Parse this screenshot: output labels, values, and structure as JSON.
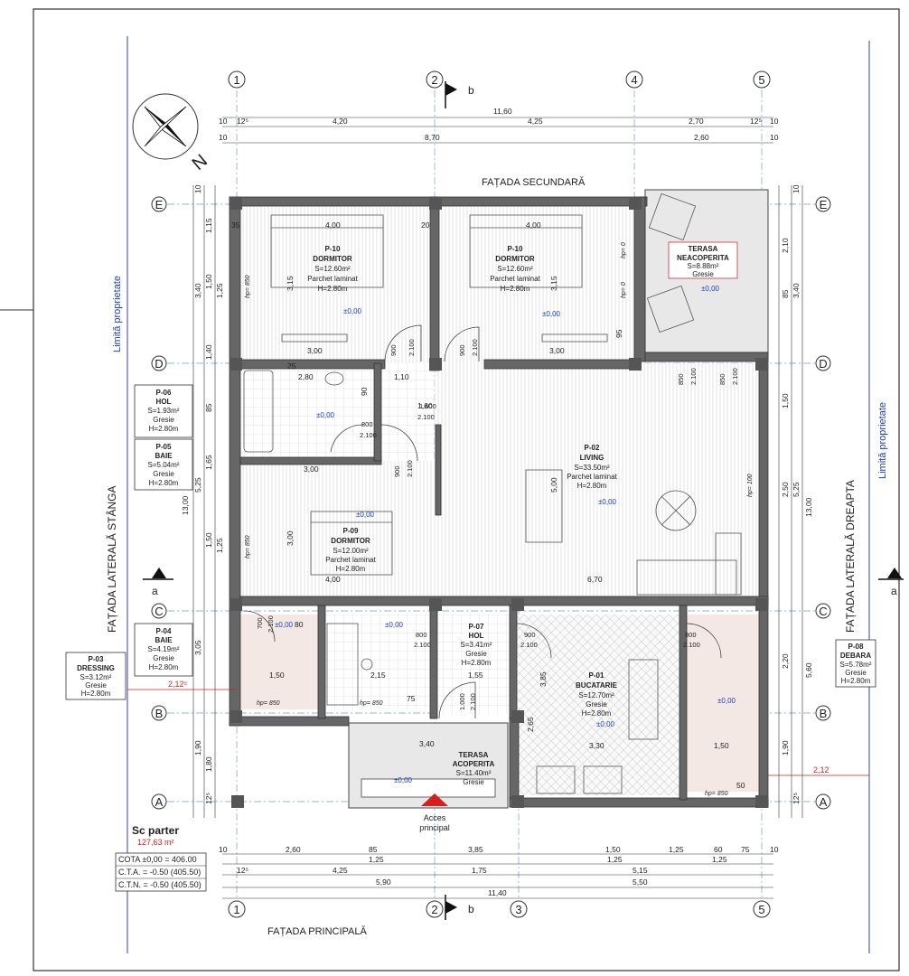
{
  "facades": {
    "top": "FAȚADA SECUNDARĂ",
    "bottom": "FAȚADA PRINCIPALĂ",
    "left": "FAȚADA LATERALĂ STÂNGA",
    "right": "FAȚADA LATERALĂ DREAPTA"
  },
  "property_limit": "Limită proprietate",
  "property_limit_right": "Limită proprietate",
  "compass_label": "N",
  "axes_columns": [
    "1",
    "2",
    "4",
    "5"
  ],
  "axes_columns_bottom": [
    "1",
    "2",
    "3",
    "5"
  ],
  "axes_rows": [
    "E",
    "D",
    "C",
    "B",
    "A"
  ],
  "section_labels": {
    "b_top": "b",
    "b_bottom": "b",
    "a_left": "a",
    "a_right": "a"
  },
  "rooms": {
    "p10a": {
      "code": "P-10",
      "name": "DORMITOR",
      "area": "S=12.60m²",
      "floor": "Parchet laminat",
      "height": "H=2.80m"
    },
    "p10b": {
      "code": "P-10",
      "name": "DORMITOR",
      "area": "S=12.60m²",
      "floor": "Parchet laminat",
      "height": "H=2.80m"
    },
    "terasa_n": {
      "name1": "TERASA",
      "name2": "NEACOPERITA",
      "area": "S=8.88m²",
      "floor": "Gresie"
    },
    "p06": {
      "code": "P-06",
      "name": "HOL",
      "area": "S=1.93m²",
      "floor": "Gresie",
      "height": "H=2.80m"
    },
    "p05": {
      "code": "P-05",
      "name": "BAIE",
      "area": "S=5.04m²",
      "floor": "Gresie",
      "height": "H=2.80m"
    },
    "p02": {
      "code": "P-02",
      "name": "LIVING",
      "area": "S=33.50m²",
      "floor": "Parchet laminat",
      "height": "H=2.80m"
    },
    "p09": {
      "code": "P-09",
      "name": "DORMITOR",
      "area": "S=12.00m²",
      "floor": "Parchet laminat",
      "height": "H=2.80m"
    },
    "p04": {
      "code": "P-04",
      "name": "BAIE",
      "area": "S=4.19m²",
      "floor": "Gresie",
      "height": "H=2.80m"
    },
    "p03": {
      "code": "P-03",
      "name": "DRESSING",
      "area": "S=3.12m²",
      "floor": "Gresie",
      "height": "H=2.80m"
    },
    "p07": {
      "code": "P-07",
      "name": "HOL",
      "area": "S=3.41m²",
      "floor": "Gresie",
      "height": "H=2.80m"
    },
    "p01": {
      "code": "P-01",
      "name": "BUCATARIE",
      "area": "S=12.70m²",
      "floor": "Gresie",
      "height": "H=2.80m"
    },
    "p08": {
      "code": "P-08",
      "name": "DEBARA",
      "area": "S=5.78m²",
      "floor": "Gresie",
      "height": "H=2.80m"
    },
    "terasa_a": {
      "name1": "TERASA",
      "name2": "ACOPERITA",
      "area": "S=11.40m²",
      "floor": "Gresie"
    }
  },
  "level_mark": "±0,00",
  "access": {
    "line1": "Acces",
    "line2": "principal"
  },
  "summary": {
    "title": "Sc parter",
    "area": "127,63 m²",
    "cota": "COTA ±0,00 = 406.00",
    "cta": "C.T.A. = -0.50 (405.50)",
    "ctn": "C.T.N. = -0.50 (405.50)"
  },
  "elevations": {
    "left": "2,12⁵",
    "right": "2,12"
  },
  "dims_top": {
    "total": "11,60",
    "seg1": "4,20",
    "seg2": "4,25",
    "seg3": "2,70",
    "edge1": "10",
    "edge2": "12⁵",
    "edge3": "12⁵",
    "edge4": "10",
    "row2a": "8,70",
    "row2b": "2,60",
    "row2c": "10",
    "row2d": "10"
  },
  "dims_bottom": {
    "a1": "2,60",
    "a2": "85",
    "a3": "3,85",
    "a4": "1,50",
    "a5": "1,25",
    "a6": "60",
    "a7": "75",
    "b1": "1,25",
    "b2": "1,25",
    "b3": "1,25",
    "c1": "4,25",
    "c2": "1,75",
    "c3": "5,15",
    "d1": "5,90",
    "d2": "5,50",
    "total": "11,40",
    "e1": "10",
    "e2": "12⁵",
    "e3": "10"
  },
  "dims_left": {
    "total": "13,00",
    "v1": "3,40",
    "v2": "5,25",
    "v3": "3,05",
    "v4": "1,15",
    "v5": "1,50",
    "v6": "1,25",
    "v7": "1,40",
    "v8": "85",
    "v9": "1,65",
    "v10": "1,50",
    "v11": "1,25",
    "v12": "1,90",
    "v13": "1,80",
    "v14": "10",
    "v15": "12⁵"
  },
  "dims_right": {
    "total": "13,00",
    "v1": "3,40",
    "v2": "2,10",
    "v3": "85",
    "v4": "1,50",
    "v5": "2,50",
    "v6": "5,25",
    "v7": "2,20",
    "v8": "5,60",
    "v9": "1,90",
    "v10": "10",
    "v11": "12⁵"
  },
  "interior_dims": {
    "w400a": "4,00",
    "w400b": "4,00",
    "w300a": "3,00",
    "w300b": "3,00",
    "w280": "2,80",
    "w110": "1,10",
    "w300c": "3,00",
    "w400c": "4,00",
    "w670": "6,70",
    "w160": "1,60",
    "w215": "2,15",
    "w155": "1,55",
    "w340": "3,40",
    "w330": "3,30",
    "w150": "1,50",
    "h315a": "3,15",
    "h315b": "3,15",
    "h300": "3,00",
    "h500": "5,00",
    "h385": "3,85",
    "h265": "2,65",
    "w35": "35",
    "w20": "20",
    "w25": "25",
    "w80": "80",
    "w75": "75",
    "w50": "50",
    "w95": "95",
    "w90": "90"
  },
  "doors": {
    "d1": "900",
    "d1h": "2.100",
    "d2": "900",
    "d2h": "2.100",
    "d3": "800",
    "d3h": "2.100",
    "d4": "900",
    "d4h": "2.100",
    "d5": "800",
    "d5h": "2.100",
    "d6": "900",
    "d6h": "2.100",
    "d7": "800",
    "d7h": "2.100",
    "d8": "700",
    "d8h": "2.100",
    "d9": "1.000",
    "d9h": "2.100",
    "d10": "850",
    "d10h": "2.100",
    "d11": "850",
    "d11h": "2.100",
    "d12": "1.600",
    "d12h": "2.100"
  },
  "windows": {
    "hp850": "hp= 850",
    "hp100": "hp= 100",
    "hp0": "hp= 0"
  },
  "colors": {
    "wall": "#555555",
    "axis": "#7a9ac8",
    "blue_text": "#1d3fbf",
    "red": "#d62020",
    "hatch": "#bbbbbb",
    "terrace": "#e8e8e8",
    "pink": "#f4e8e4"
  }
}
